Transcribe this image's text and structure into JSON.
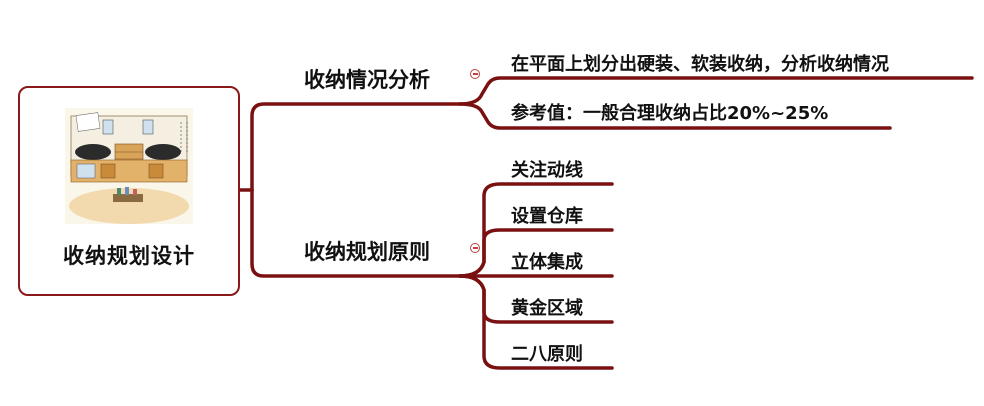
{
  "root": {
    "label": "收纳规划设计",
    "image": "storage-room-sketch"
  },
  "branches": [
    {
      "label": "收纳情况分析",
      "children": [
        "在平面上划分出硬装、软装收纳，分析收纳情况",
        "参考值：一般合理收纳占比20%~25%"
      ]
    },
    {
      "label": "收纳规划原则",
      "children": [
        "关注动线",
        "设置仓库",
        "立体集成",
        "黄金区域",
        "二八原则"
      ]
    }
  ],
  "colors": {
    "line": "#7a1010",
    "border": "#8a1a1a",
    "toggle": "#c04040"
  }
}
